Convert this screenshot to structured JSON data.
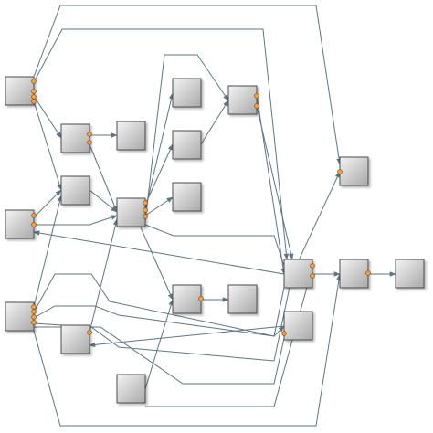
{
  "colors": {
    "edge": "#5f7580",
    "port_fill": "#f3a34a",
    "port_stroke": "#8a5a22",
    "node_light": "#f4f4f4",
    "node_dark": "#a9a9a9",
    "node_border": "#4d4d4d",
    "background": "#ffffff"
  },
  "nodes": [
    {
      "id": "n1"
    },
    {
      "id": "n2"
    },
    {
      "id": "n3"
    },
    {
      "id": "n4"
    },
    {
      "id": "n5"
    },
    {
      "id": "n6"
    },
    {
      "id": "n7"
    },
    {
      "id": "n8"
    },
    {
      "id": "n9"
    },
    {
      "id": "n10"
    },
    {
      "id": "n11"
    },
    {
      "id": "n12"
    },
    {
      "id": "n13"
    },
    {
      "id": "n14"
    },
    {
      "id": "n15"
    },
    {
      "id": "n16"
    },
    {
      "id": "n17"
    },
    {
      "id": "n18"
    },
    {
      "id": "n19"
    },
    {
      "id": "n20"
    },
    {
      "id": "n21"
    }
  ],
  "edges": [
    {
      "from": "n1",
      "to": "n17"
    },
    {
      "from": "n1",
      "to": "n14"
    },
    {
      "from": "n1",
      "to": "n4"
    },
    {
      "from": "n1",
      "to": "n8"
    },
    {
      "from": "n4",
      "to": "n5"
    },
    {
      "from": "n4",
      "to": "n9"
    },
    {
      "from": "n2",
      "to": "n8"
    },
    {
      "from": "n2",
      "to": "n16"
    },
    {
      "from": "n8",
      "to": "n9"
    },
    {
      "from": "n9",
      "to": "n11"
    },
    {
      "from": "n9",
      "to": "n6"
    },
    {
      "from": "n9",
      "to": "n10"
    },
    {
      "from": "n9",
      "to": "n13"
    },
    {
      "from": "n9",
      "to": "n14"
    },
    {
      "from": "n9",
      "to": "n12"
    },
    {
      "from": "n11",
      "to": "n7"
    },
    {
      "from": "n7",
      "to": "n14"
    },
    {
      "from": "n7",
      "to": "n18"
    },
    {
      "from": "n12",
      "to": "n15"
    },
    {
      "from": "n14",
      "to": "n19"
    },
    {
      "from": "n14",
      "to": "n2"
    },
    {
      "from": "n19",
      "to": "n21"
    },
    {
      "from": "n3",
      "to": "n8"
    },
    {
      "from": "n3",
      "to": "n14"
    },
    {
      "from": "n3",
      "to": "n18"
    },
    {
      "from": "n3",
      "to": "n17"
    },
    {
      "from": "n3",
      "to": "n20"
    },
    {
      "from": "n3",
      "to": "n17"
    },
    {
      "from": "n16",
      "to": "n6"
    },
    {
      "from": "n18",
      "to": "n16"
    },
    {
      "from": "n20",
      "to": "n12"
    },
    {
      "from": "n18",
      "to": "n20"
    }
  ]
}
